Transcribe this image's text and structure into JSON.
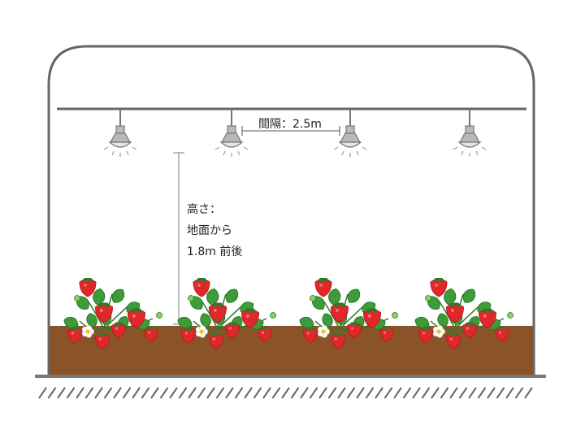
{
  "annotations": {
    "spacing_label": "間隔：2.5m",
    "height_line1": "高さ：",
    "height_line2": "地面から",
    "height_line3": "1.8m 前後"
  },
  "lamps": {
    "count": 4
  },
  "plants": {
    "count": 4
  },
  "colors": {
    "outline": "#666666",
    "soil": "#8b5428",
    "ground_line": "#777777",
    "leaf": "#3e9b3a",
    "leaf_dark": "#2c7a2a",
    "berry": "#e0282a",
    "berry_dark": "#b81c1f",
    "flower": "#ffffff",
    "flower_center": "#f2c318",
    "lamp": "#b8b8b8"
  }
}
